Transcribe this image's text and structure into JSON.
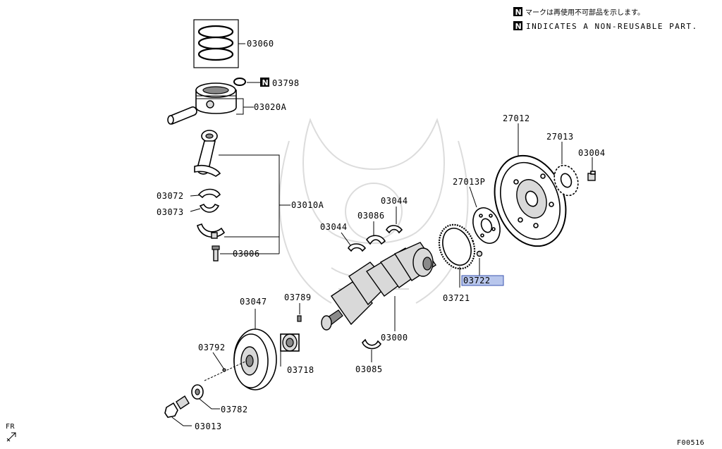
{
  "notice": {
    "jp": "マークは再使用不可部品を示します。",
    "en": "INDICATES A NON-REUSABLE PART.",
    "marker": "N"
  },
  "parts": {
    "p03060": "03060",
    "p03798": "03798",
    "p03020A": "03020A",
    "p03010A": "03010A",
    "p03072": "03072",
    "p03073": "03073",
    "p03006": "03006",
    "p03044a": "03044",
    "p03044b": "03044",
    "p03086": "03086",
    "p27012": "27012",
    "p27013": "27013",
    "p03004": "03004",
    "p27013P": "27013P",
    "p03722": "03722",
    "p03721": "03721",
    "p03789": "03789",
    "p03047": "03047",
    "p03000": "03000",
    "p03792": "03792",
    "p03718": "03718",
    "p03085": "03085",
    "p03782": "03782",
    "p03013": "03013"
  },
  "fr_label": "FR",
  "figure_id": "F00516",
  "colors": {
    "highlight": "#b8c6ec",
    "highlight_border": "#3b55b0"
  }
}
